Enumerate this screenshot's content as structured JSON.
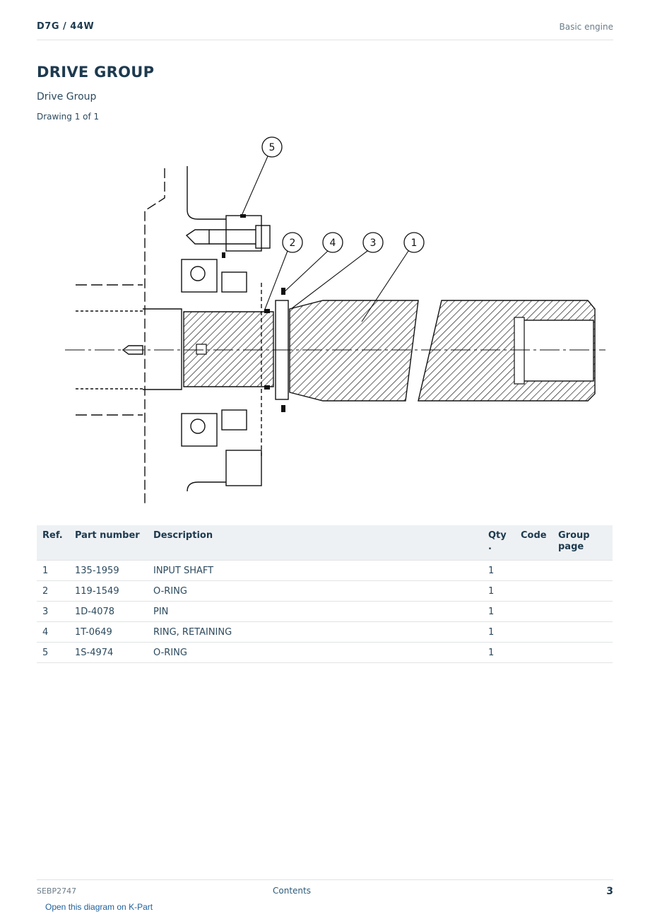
{
  "header": {
    "model": "D7G  /  44W",
    "section": "Basic engine"
  },
  "page_title": "DRIVE GROUP",
  "subtitle": "Drive Group",
  "drawing_label": "Drawing 1 of 1",
  "callouts": [
    "5",
    "2",
    "4",
    "3",
    "1"
  ],
  "table": {
    "headers": [
      "Ref.",
      "Part number",
      "Description",
      "Qty\n.",
      "Code",
      "Group\npage"
    ],
    "rows": [
      {
        "ref": "1",
        "part_number": "135-1959",
        "description": "INPUT SHAFT",
        "qty": "1",
        "code": "",
        "group_page": ""
      },
      {
        "ref": "2",
        "part_number": "119-1549",
        "description": "O-RING",
        "qty": "1",
        "code": "",
        "group_page": ""
      },
      {
        "ref": "3",
        "part_number": "1D-4078",
        "description": "PIN",
        "qty": "1",
        "code": "",
        "group_page": ""
      },
      {
        "ref": "4",
        "part_number": "1T-0649",
        "description": "RING, RETAINING",
        "qty": "1",
        "code": "",
        "group_page": ""
      },
      {
        "ref": "5",
        "part_number": "1S-4974",
        "description": "O-RING",
        "qty": "1",
        "code": "",
        "group_page": ""
      }
    ]
  },
  "footer": {
    "doc_id": "SEBP2747",
    "contents_link": "Contents",
    "page_number": "3"
  },
  "kpart_link": "Open this diagram on K-Part"
}
